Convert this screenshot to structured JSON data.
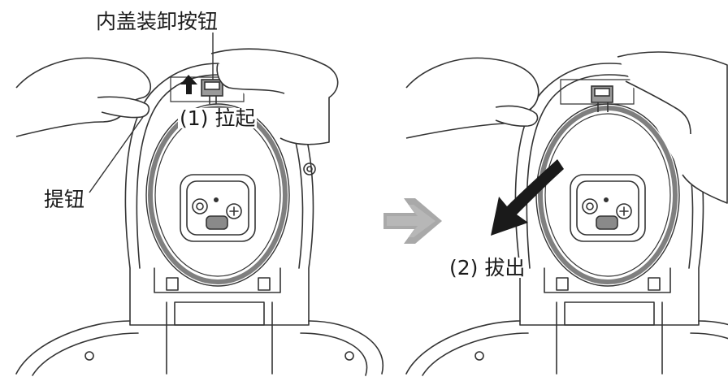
{
  "labels": {
    "lid_release_button": "内盖装卸按钮",
    "step1": "(1) 拉起",
    "knob": "提钮",
    "step2": "(2) 拔出"
  },
  "colors": {
    "line": "#333333",
    "gasket": "#7f7f7f",
    "arrow_black": "#1a1a1a",
    "arrow_gray": "#a9a9a9",
    "panel_gray": "#8a8a8a"
  },
  "icons": {
    "direction_arrow": "right-arrow-icon",
    "lift_arrow": "up-arrow-icon",
    "pull_arrow": "curved-arrow-icon"
  }
}
